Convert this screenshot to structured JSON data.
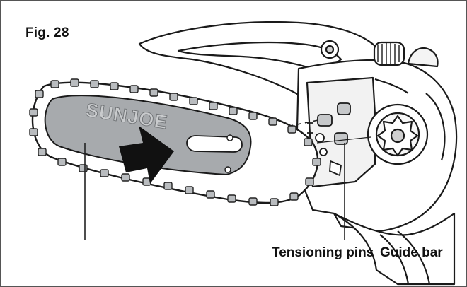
{
  "figure": {
    "label": "Fig. 28"
  },
  "product": {
    "brand_text": "SUNJOE"
  },
  "callouts": [
    {
      "id": "tensioning-pins",
      "text": "Tensioning pins"
    },
    {
      "id": "guide-bar",
      "text": "Guide bar"
    }
  ],
  "colors": {
    "bar_fill": "#a7aaad",
    "bar_stroke": "#1a1a1a",
    "arrow_fill": "#111111",
    "line": "#222222"
  }
}
